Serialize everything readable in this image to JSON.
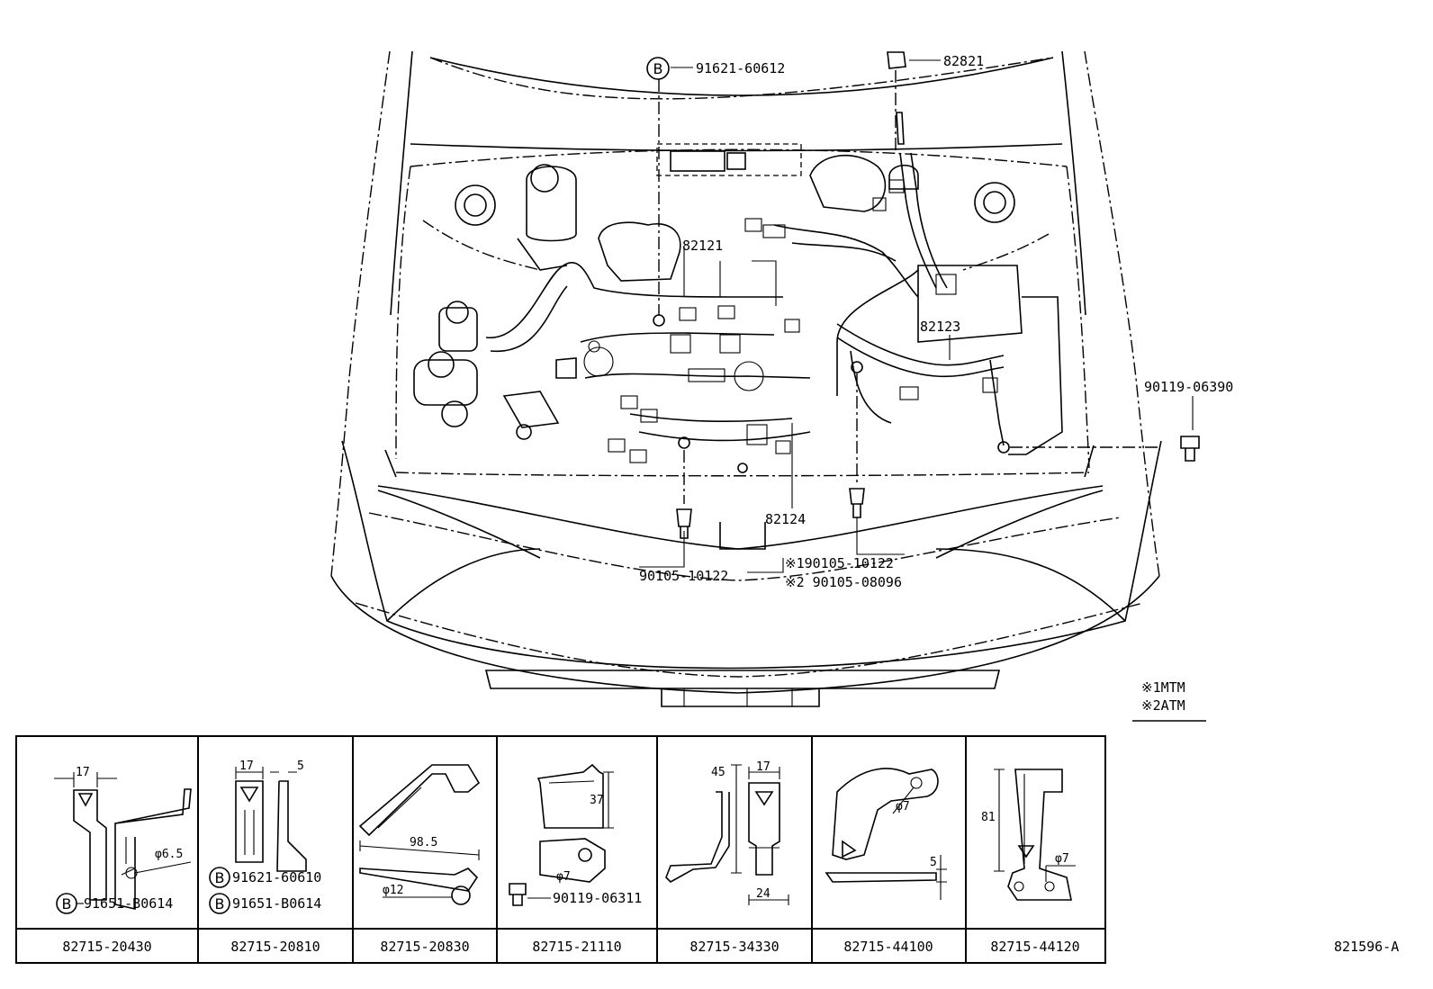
{
  "callouts": {
    "screw_b": "91621-60612",
    "grommet": "82821",
    "harness_main": "82121",
    "harness_right": "82123",
    "bolt_right": "90119-06390",
    "harness_lower": "82124",
    "bolt_left": "90105-10122",
    "bolt_center_1": "※190105-10122",
    "bolt_center_2": "※2 90105-08096",
    "b_marker": "B"
  },
  "legend": {
    "line1": "※1MTM",
    "line2": "※2ATM"
  },
  "brackets": [
    {
      "part_no": "82715-20430",
      "dims": [
        "17",
        "φ6.5"
      ],
      "fasteners": [
        "91651-B0614"
      ]
    },
    {
      "part_no": "82715-20810",
      "dims": [
        "17",
        "5"
      ],
      "fasteners": [
        "91621-60610",
        "91651-B0614"
      ]
    },
    {
      "part_no": "82715-20830",
      "dims": [
        "98.5",
        "φ12"
      ],
      "fasteners": []
    },
    {
      "part_no": "82715-21110",
      "dims": [
        "37",
        "φ7"
      ],
      "fasteners": [
        "90119-06311"
      ]
    },
    {
      "part_no": "82715-34330",
      "dims": [
        "45",
        "17",
        "24"
      ],
      "fasteners": []
    },
    {
      "part_no": "82715-44100",
      "dims": [
        "φ7",
        "5"
      ],
      "fasteners": []
    },
    {
      "part_no": "82715-44120",
      "dims": [
        "81",
        "φ7"
      ],
      "fasteners": []
    }
  ],
  "diagram_code": "821596-A"
}
